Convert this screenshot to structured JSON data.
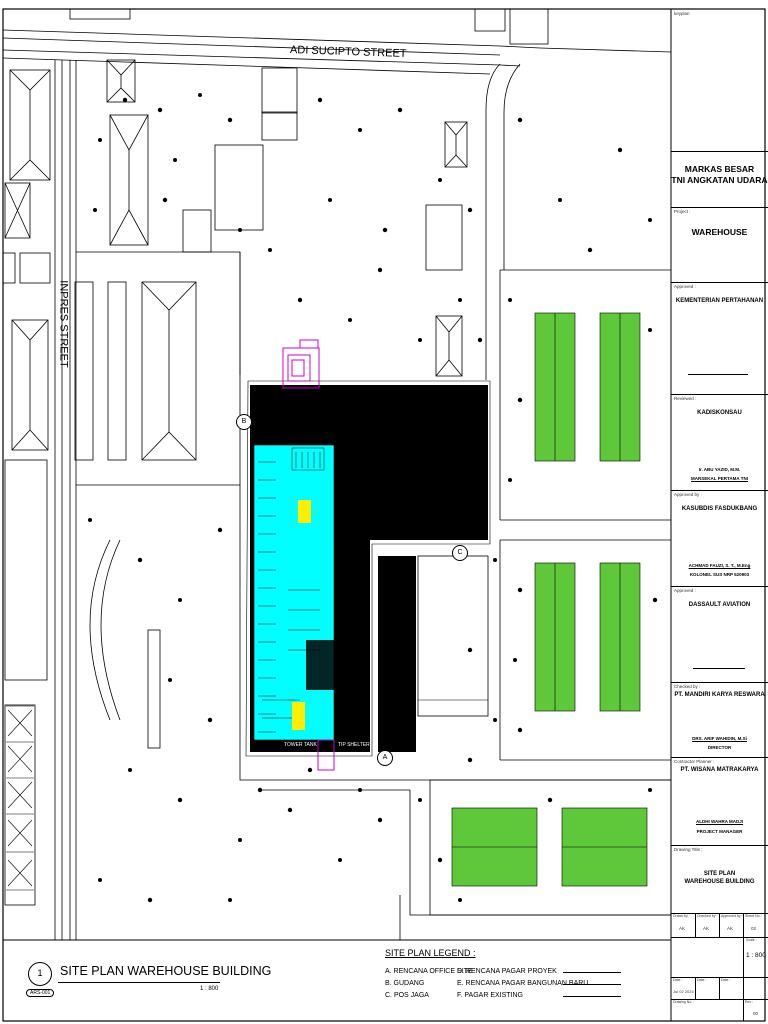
{
  "plan": {
    "streets": {
      "north": "ADI SUCIPTO STREET",
      "west": "INPRES STREET"
    },
    "markers": {
      "a": "A",
      "b": "B",
      "c": "C"
    },
    "tower_text": "TOWER TANK",
    "shelter_text": "TIP SHELTER"
  },
  "title_block": {
    "keyplan_label": "keyplan",
    "owner_line1": "MARKAS BESAR",
    "owner_line2": "TNI ANGKATAN UDARA",
    "project_label": "Project :",
    "project_name": "WAREHOUSE",
    "approved_label": "Approved :",
    "approved_org": "KEMENTERIAN PERTAHANAN",
    "reviewed_label": "Reviewed :",
    "reviewed_org": "KADISKONSAU",
    "reviewed_person": "Ir. ABU YAZID, M.M.",
    "reviewed_rank": "MARSEKAL PERTAMA TNI",
    "approved_by_label": "Approved by :",
    "approved_by_org": "KASUBDIS FASDUKBANG",
    "approved_by_person": "ACHMAD FAUZI, S. T., M.Eng",
    "approved_by_rank": "KOLONEL SUS NRP 520903",
    "designer_label": "Approved :",
    "designer_org": "DASSAULT AVIATION",
    "checked_label": "Checked by :",
    "checked_org": "PT. MANDIRI KARYA RESWARA",
    "checked_person": "DRS. ARIF WAHIDIN, M.Si",
    "checked_role": "DIRECTOR",
    "contractor_label": "Contractor Planner :",
    "contractor_org": "PT. WISANA MATRAKARYA",
    "contractor_person": "ALDHI WAHRA MADJI",
    "contractor_role": "PROJECT MANAGER",
    "drawing_title_label": "Drawing Title :",
    "drawing_title_1": "SITE PLAN",
    "drawing_title_2": "WAREHOUSE BUILDING",
    "drawn_by_label": "Drawn by :",
    "checked_by_label": "Checked by :",
    "approved_by_small": "Approved by :",
    "sheet_no_label": "Sheet No. :",
    "drawn_by_val": "AK",
    "checked_by_val": "AK",
    "approved_by_val": "AK",
    "sheet_no_val": "02",
    "scale_label": "Scale :",
    "scale_val": "1 : 800",
    "date_label": "Date :",
    "date_val": "Jul 02 2024",
    "date2_label": "Date :",
    "date3_label": "Date :",
    "drawing_no_label": "Drawing No. :",
    "drawing_no_val": "",
    "rev_label": "Rev :",
    "rev_val": "00"
  },
  "bottom": {
    "view_number": "1",
    "view_title": "SITE PLAN WAREHOUSE BUILDING",
    "view_sheet": "ARS-001",
    "view_scale": "1 : 800",
    "legend_title": "SITE PLAN LEGEND :",
    "legend_items": [
      "A.  RENCANA OFFICE SITE",
      "B.  GUDANG",
      "C.  POS JAGA",
      "D. RENCANA PAGAR PROYEK",
      "E. RENCANA PAGAR BANGUNAN BARU",
      "F. PAGAR EXISTING"
    ]
  },
  "colors": {
    "warehouse_area": "#00ffff",
    "paved_area": "#000000",
    "green_field": "#5fc73a",
    "annex": "#d000d0",
    "highlight": "#ffee00"
  }
}
